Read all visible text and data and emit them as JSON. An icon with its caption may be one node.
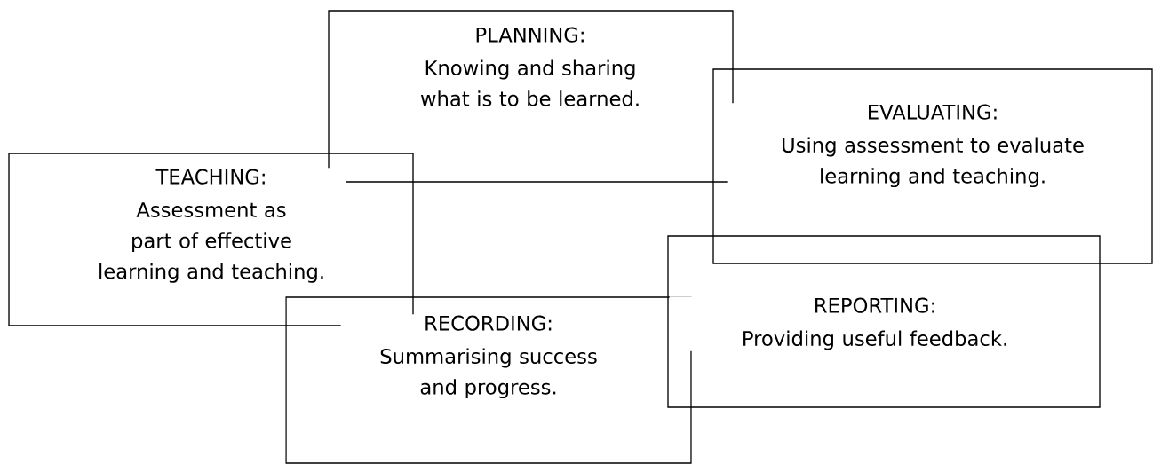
{
  "diagram": {
    "nodes": [
      {
        "text": [
          "PLANNING:",
          "Knowing and sharing what is to be learned."
        ]
      },
      {
        "text": [
          "EVALUATING:",
          "Using assessment to evaluate learning and teaching."
        ]
      },
      {
        "text": [
          "TEACHING:",
          "Assessment as part of effective learning and teaching."
        ]
      },
      {
        "text": [
          "REPORTING:",
          "Providing useful feedback."
        ]
      },
      {
        "text": [
          "RECORDING:",
          "Summarising success and progress."
        ]
      }
    ]
  }
}
